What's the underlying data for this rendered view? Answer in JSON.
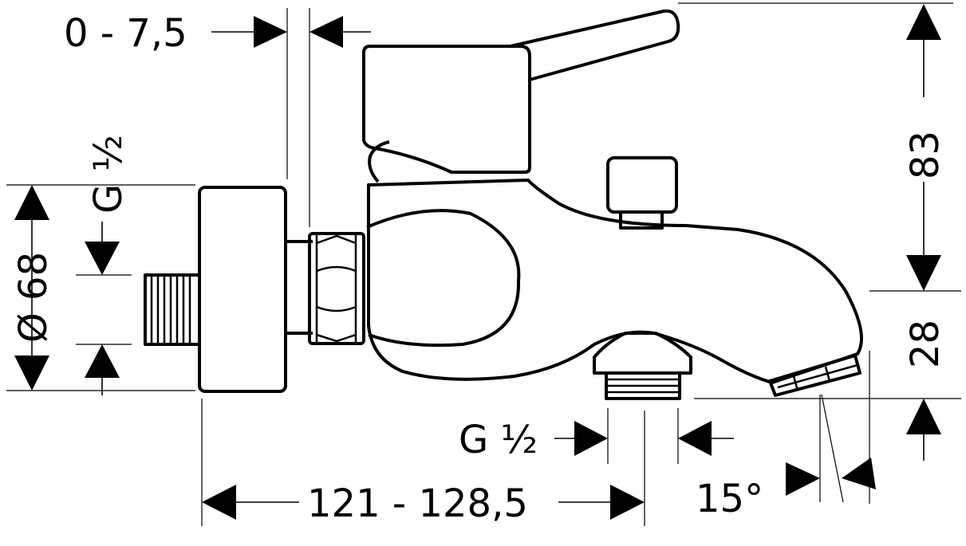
{
  "labels": {
    "gap_range": "0 - 7,5",
    "thread_inlet": "G ½",
    "diameter": "Ø 68",
    "height_top": "83",
    "height_spout": "28",
    "thread_outlet": "G ½",
    "length_range": "121 - 128,5",
    "spout_angle": "15°"
  }
}
